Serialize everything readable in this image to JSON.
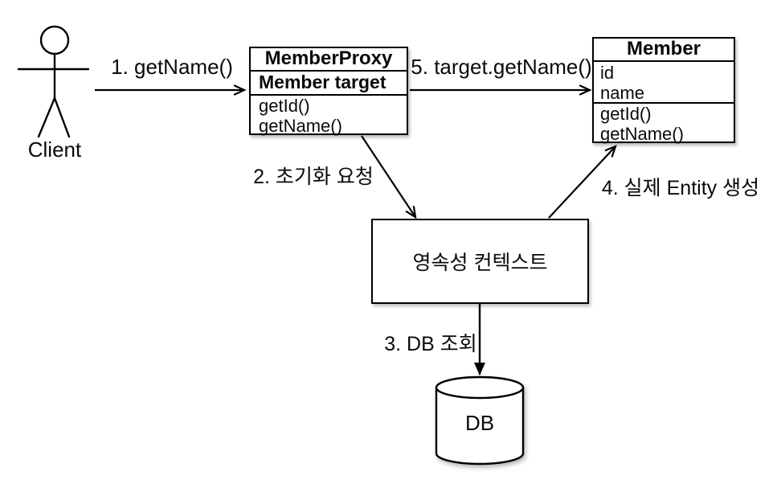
{
  "actor": {
    "label": "Client"
  },
  "proxy_class": {
    "title": "MemberProxy",
    "field": "Member target",
    "methods": [
      "getId()",
      "getName()"
    ]
  },
  "entity_class": {
    "title": "Member",
    "attributes": [
      "id",
      "name"
    ],
    "methods": [
      "getId()",
      "getName()"
    ]
  },
  "persistence_context": {
    "label": "영속성 컨텍스트"
  },
  "database": {
    "label": "DB"
  },
  "arrows": {
    "step1": {
      "label": "1. getName()"
    },
    "step2": {
      "label": "2. 초기화 요청"
    },
    "step3": {
      "label": "3. DB 조회"
    },
    "step4": {
      "label": "4. 실제 Entity 생성"
    },
    "step5": {
      "label": "5. target.getName()"
    }
  },
  "colors": {
    "line": "#000000",
    "background": "#ffffff"
  }
}
